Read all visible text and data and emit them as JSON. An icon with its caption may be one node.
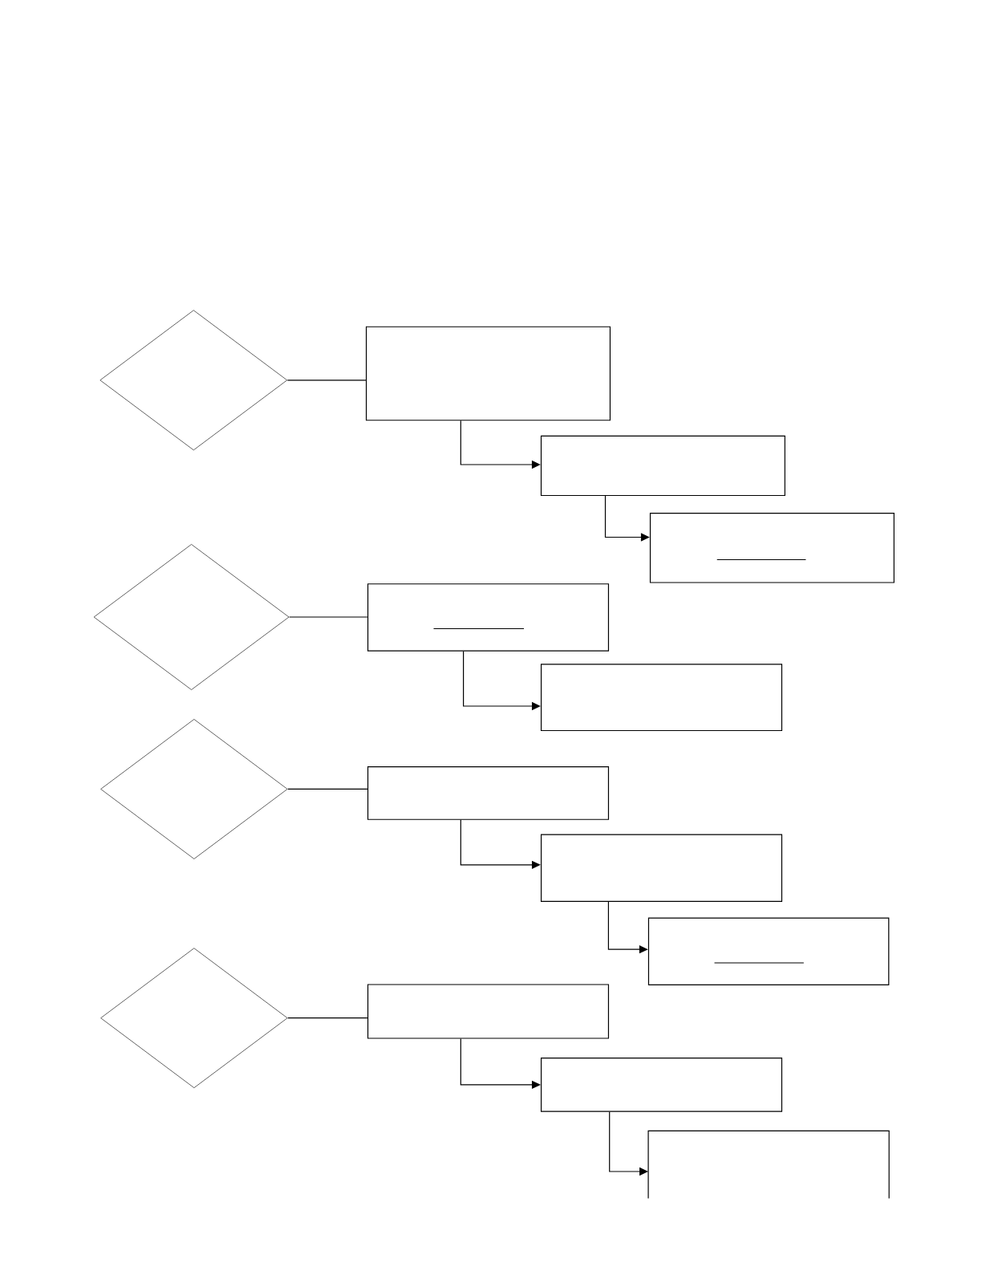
{
  "diagram": {
    "nodes": [
      {
        "text": [],
        "shape": "diamond"
      },
      {
        "text": [],
        "shape": "box"
      },
      {
        "text": [],
        "shape": "box"
      },
      {
        "text": [],
        "shape": "box"
      },
      {
        "text": [],
        "shape": "diamond"
      },
      {
        "text": [],
        "shape": "box"
      },
      {
        "text": [],
        "shape": "box"
      },
      {
        "text": [],
        "shape": "diamond"
      },
      {
        "text": [],
        "shape": "box"
      },
      {
        "text": [],
        "shape": "box"
      },
      {
        "text": [],
        "shape": "box"
      },
      {
        "text": [],
        "shape": "diamond"
      },
      {
        "text": [],
        "shape": "box"
      },
      {
        "text": [],
        "shape": "box"
      },
      {
        "text": [],
        "shape": "box"
      }
    ],
    "edges": [
      {
        "from": 0,
        "to": 1,
        "arrow": "none"
      },
      {
        "from": 1,
        "to": 2,
        "arrow": "to"
      },
      {
        "from": 2,
        "to": 3,
        "arrow": "to"
      },
      {
        "from": 4,
        "to": 5,
        "arrow": "none"
      },
      {
        "from": 5,
        "to": 6,
        "arrow": "to"
      },
      {
        "from": 7,
        "to": 8,
        "arrow": "none"
      },
      {
        "from": 8,
        "to": 9,
        "arrow": "to"
      },
      {
        "from": 9,
        "to": 10,
        "arrow": "to"
      },
      {
        "from": 11,
        "to": 12,
        "arrow": "none"
      },
      {
        "from": 12,
        "to": 13,
        "arrow": "to"
      },
      {
        "from": 13,
        "to": 14,
        "arrow": "to"
      }
    ]
  }
}
